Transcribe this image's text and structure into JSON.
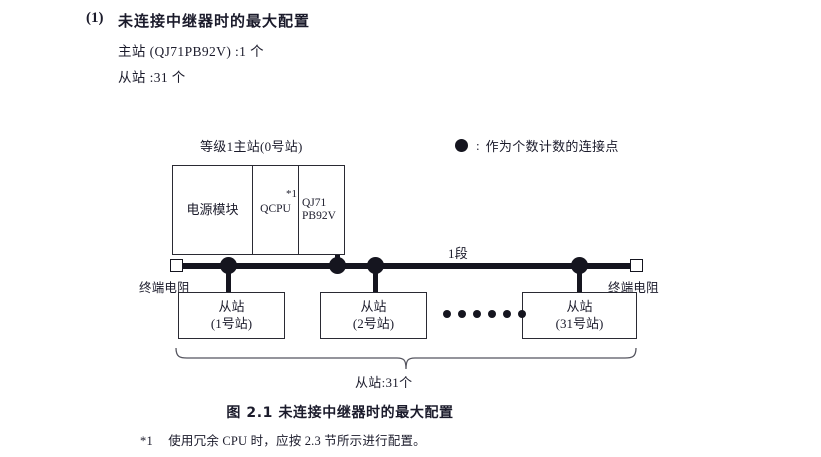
{
  "heading": {
    "number": "(1)",
    "title": "未连接中继器时的最大配置",
    "spec_master": "主站 (QJ71PB92V) :1 个",
    "spec_slave": "从站 :31 个"
  },
  "legend": {
    "icon": "filled-circle-icon",
    "colon": ":",
    "text": "作为个数计数的连接点"
  },
  "master": {
    "label": "等级1主站(0号站)",
    "cells": [
      {
        "text": "电源模块"
      },
      {
        "text": "QCPU",
        "footnote_mark": "*1"
      },
      {
        "line1": "QJ71",
        "line2": "PB92V"
      }
    ]
  },
  "bus": {
    "segment_label": "1段",
    "terminator_left_label": "终端电阻",
    "terminator_right_label": "终端电阻",
    "dot_count": 4
  },
  "slaves": [
    {
      "title": "从站",
      "station": "(1号站)"
    },
    {
      "title": "从站",
      "station": "(2号站)"
    },
    {
      "title": "从站",
      "station": "(31号站)"
    }
  ],
  "ellipsis_dots": 6,
  "brace": {
    "label": "从站:31个"
  },
  "figure": {
    "caption": "图 2.1  未连接中继器时的最大配置"
  },
  "footnote": {
    "mark": "*1",
    "text": "使用冗余 CPU 时，应按 2.3 节所示进行配置。"
  },
  "colors": {
    "ink": "#1b1b2b",
    "line": "#2a2a33",
    "solid": "#15151f",
    "background": "#ffffff"
  }
}
